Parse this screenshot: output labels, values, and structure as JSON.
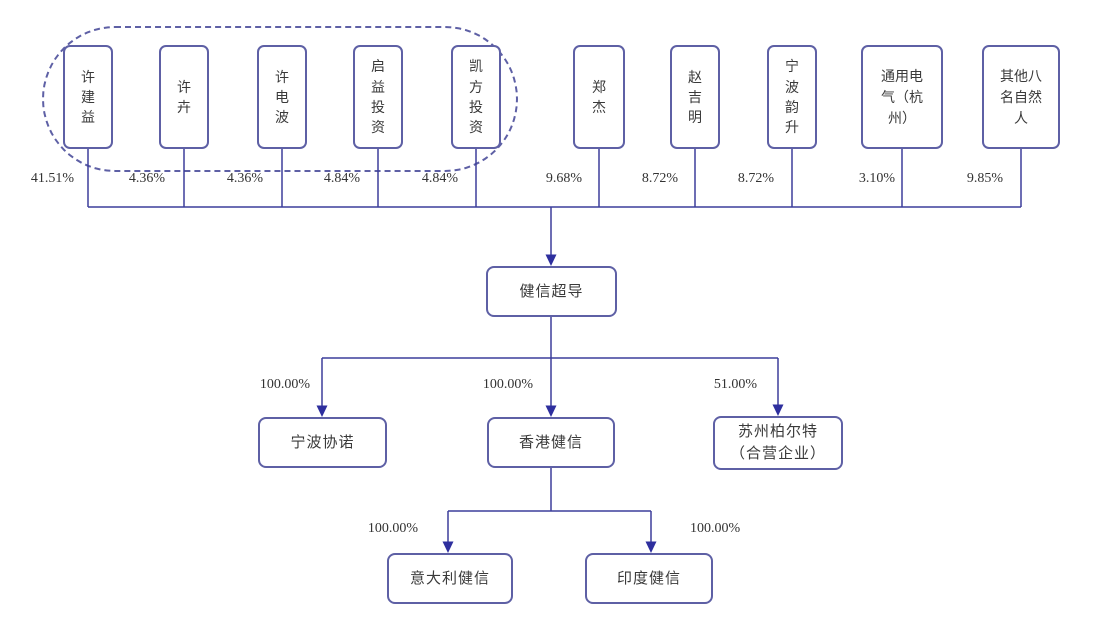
{
  "colors": {
    "box_border": "#5e60a5",
    "connector_line": "#3c3e9b",
    "arrow_fill": "#2e2f9e",
    "label_text": "#3a3a3a",
    "pct_text": "#333333"
  },
  "shareholders": [
    {
      "label": "许建益",
      "pct": "41.51%"
    },
    {
      "label": "许卉",
      "pct": "4.36%"
    },
    {
      "label": "许电波",
      "pct": "4.36%"
    },
    {
      "label": "启益投资",
      "pct": "4.84%"
    },
    {
      "label": "凯方投资",
      "pct": "4.84%"
    },
    {
      "label": "郑杰",
      "pct": "9.68%"
    },
    {
      "label": "赵吉明",
      "pct": "8.72%"
    },
    {
      "label": "宁波韵升",
      "pct": "8.72%"
    },
    {
      "label": "通用电气（杭州）",
      "pct": "3.10%"
    },
    {
      "label": "其他八名自然人",
      "pct": "9.85%"
    }
  ],
  "company": {
    "label": "健信超导"
  },
  "subsidiaries": [
    {
      "label": "宁波协诺",
      "pct": "100.00%"
    },
    {
      "label": "香港健信",
      "pct": "100.00%"
    },
    {
      "label": "苏州柏尔特",
      "sublabel": "（合营企业）",
      "pct": "51.00%"
    }
  ],
  "hk_subsidiaries": [
    {
      "label": "意大利健信",
      "pct": "100.00%"
    },
    {
      "label": "印度健信",
      "pct": "100.00%"
    }
  ]
}
